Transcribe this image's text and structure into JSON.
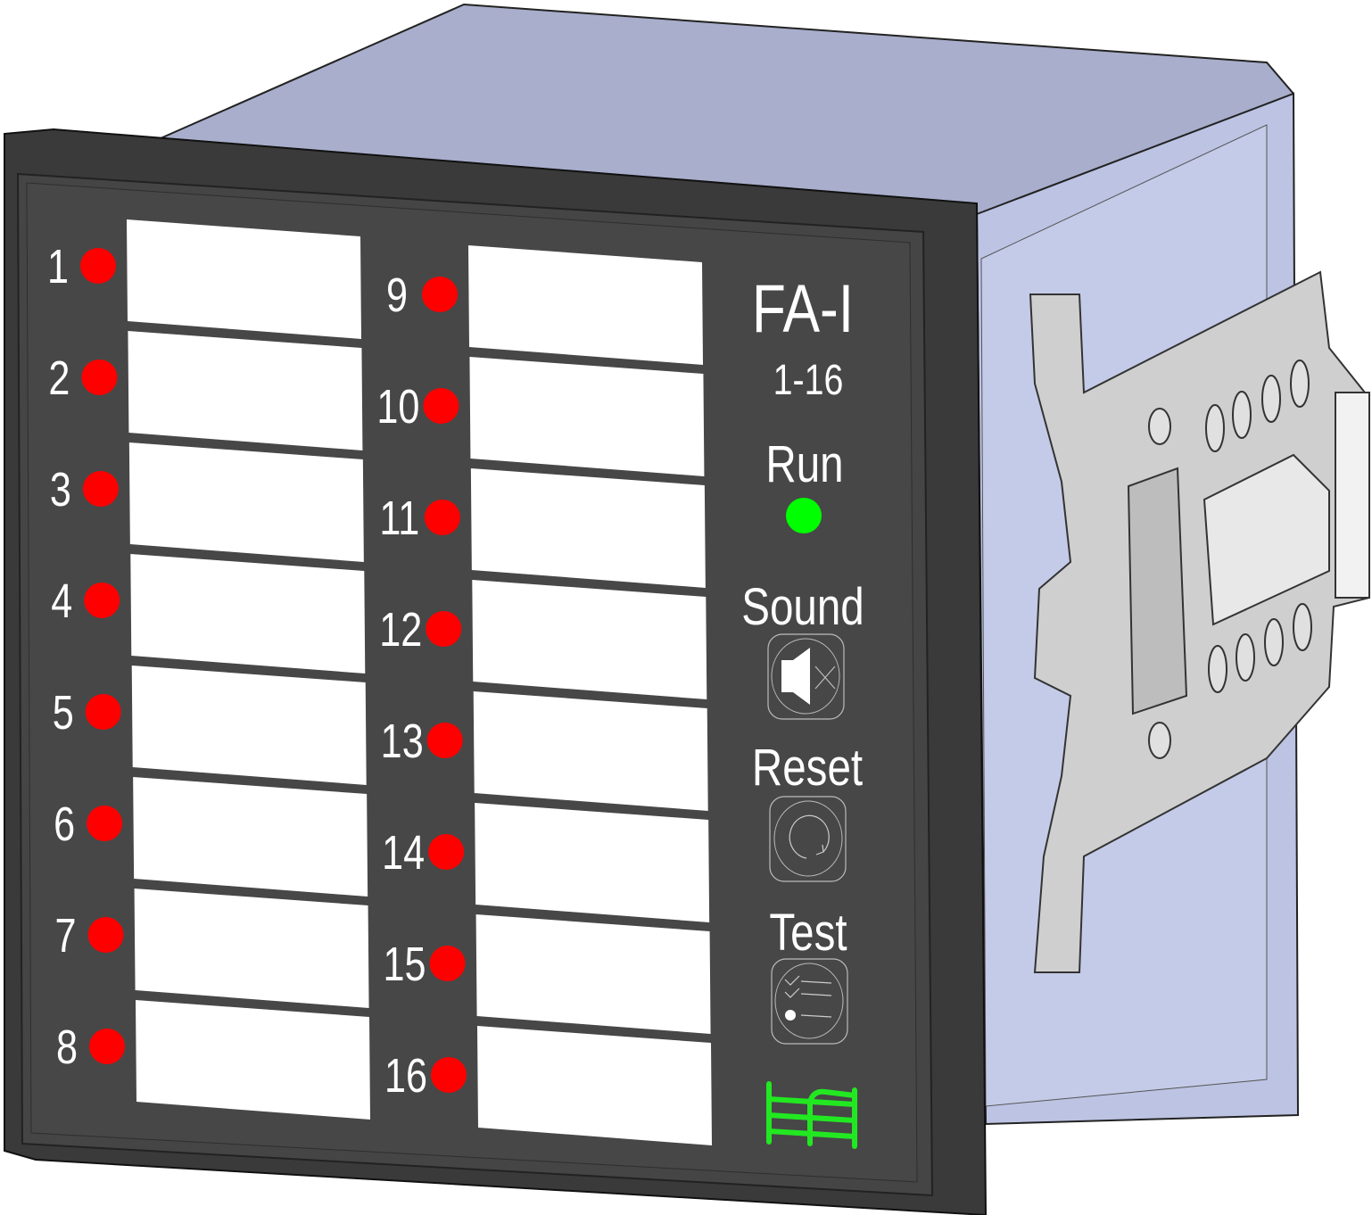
{
  "device": {
    "model": "FA-I",
    "range": "1-16",
    "run_label": "Run",
    "sound_label": "Sound",
    "reset_label": "Reset",
    "test_label": "Test"
  },
  "channels": [
    {
      "number": "1"
    },
    {
      "number": "2"
    },
    {
      "number": "3"
    },
    {
      "number": "4"
    },
    {
      "number": "5"
    },
    {
      "number": "6"
    },
    {
      "number": "7"
    },
    {
      "number": "8"
    },
    {
      "number": "9"
    },
    {
      "number": "10"
    },
    {
      "number": "11"
    },
    {
      "number": "12"
    },
    {
      "number": "13"
    },
    {
      "number": "14"
    },
    {
      "number": "15"
    },
    {
      "number": "16"
    }
  ],
  "colors": {
    "alarm_led": "#ff0000",
    "run_led": "#00ff00",
    "logo": "#22e822",
    "face": "#444444",
    "bezel": "#333333",
    "housing": "#b4bcdc",
    "clip": "#c8c8c8"
  }
}
